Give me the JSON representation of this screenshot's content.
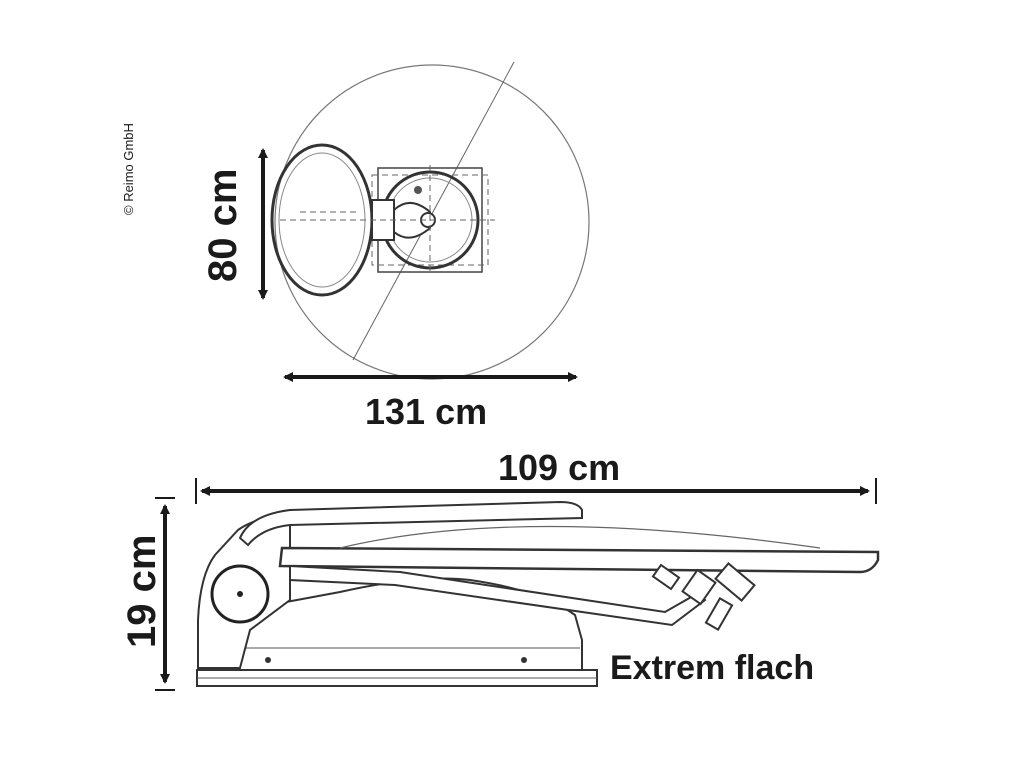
{
  "copyright": "© Reimo GmbH",
  "top_view": {
    "height_label": "80 cm",
    "width_label": "131 cm"
  },
  "side_view": {
    "length_label": "109 cm",
    "height_label": "19 cm",
    "caption": "Extrem flach"
  }
}
